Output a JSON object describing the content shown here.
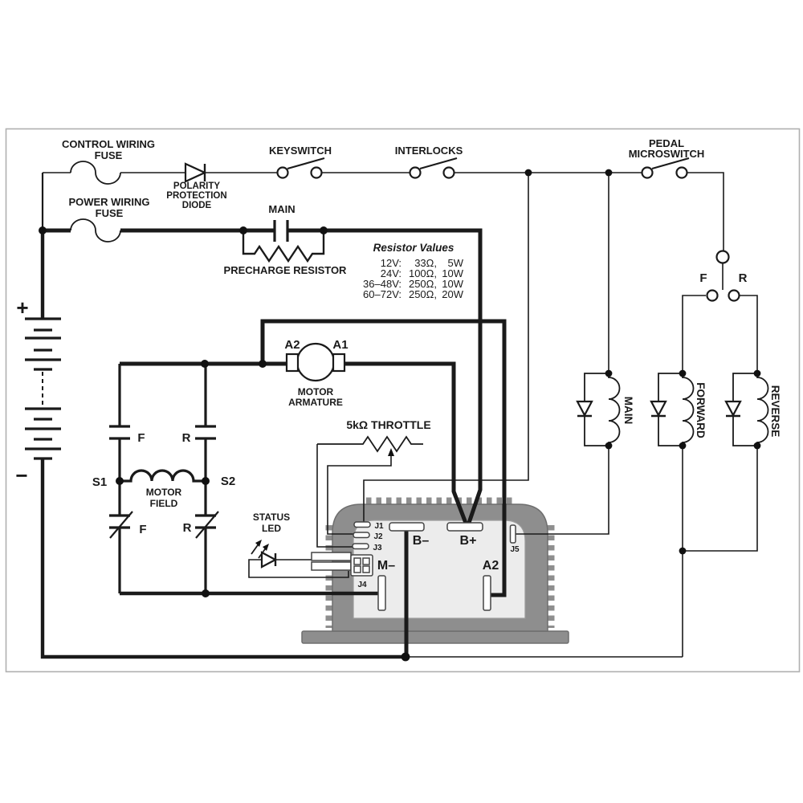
{
  "colors": {
    "wire": "#1a1a1a",
    "controller_body": "#8e8e8e",
    "controller_panel": "#ececec",
    "border": "#b0b0b0"
  },
  "battery": {
    "positive": "+",
    "negative": "−"
  },
  "fuses": {
    "control": [
      "CONTROL WIRING",
      "FUSE"
    ],
    "power": [
      "POWER WIRING",
      "FUSE"
    ]
  },
  "polarity_diode": [
    "POLARITY",
    "PROTECTION",
    "DIODE"
  ],
  "switches": {
    "keyswitch": "KEYSWITCH",
    "interlocks": "INTERLOCKS",
    "pedal_microswitch": [
      "PEDAL",
      "MICROSWITCH"
    ],
    "direction_forward": "F",
    "direction_reverse": "R"
  },
  "main_contact": "MAIN",
  "precharge_resistor": "PRECHARGE RESISTOR",
  "resistor_values": {
    "title": "Resistor Values",
    "rows": [
      {
        "voltage": "12V:",
        "resistance": "33Ω,",
        "power": "5W"
      },
      {
        "voltage": "24V:",
        "resistance": "100Ω,",
        "power": "10W"
      },
      {
        "voltage": "36–48V:",
        "resistance": "250Ω,",
        "power": "10W"
      },
      {
        "voltage": "60–72V:",
        "resistance": "250Ω,",
        "power": "20W"
      }
    ]
  },
  "motor_armature": {
    "a2": "A2",
    "a1": "A1",
    "label": [
      "MOTOR",
      "ARMATURE"
    ]
  },
  "throttle": "5kΩ THROTTLE",
  "motor_field": {
    "s1": "S1",
    "s2": "S2",
    "label": [
      "MOTOR",
      "FIELD"
    ],
    "f_top": "F",
    "r_top": "R",
    "f_bottom": "F",
    "r_bottom": "R"
  },
  "status_led": [
    "STATUS",
    "LED"
  ],
  "controller": {
    "j1": "J1",
    "j2": "J2",
    "j3": "J3",
    "j4": "J4",
    "j5": "J5",
    "b_minus": "B–",
    "b_plus": "B+",
    "m_minus": "M–",
    "a2": "A2"
  },
  "coils": {
    "main": "MAIN",
    "forward": "FORWARD",
    "reverse": "REVERSE"
  }
}
